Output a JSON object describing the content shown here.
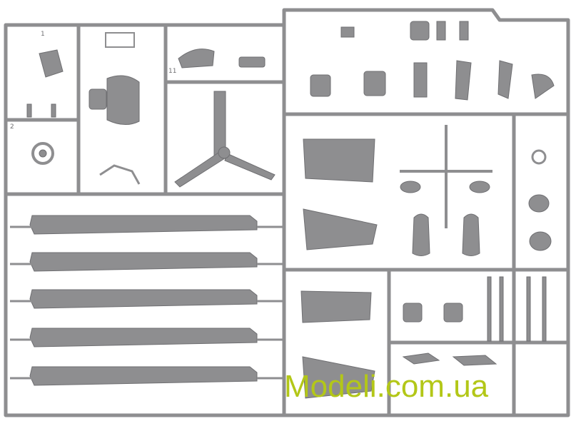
{
  "image": {
    "subject": "plastic model kit sprue",
    "colors": {
      "background": "#ffffff",
      "plastic": "#8e8e90",
      "plastic_dark": "#6f6f72",
      "plastic_light": "#a9a9ab",
      "watermark": "#b3c718"
    }
  },
  "watermark": {
    "text": "Modeli.com.ua"
  },
  "sprue_labels": {
    "label_1": "1",
    "label_2": "2",
    "label_11": "11"
  }
}
